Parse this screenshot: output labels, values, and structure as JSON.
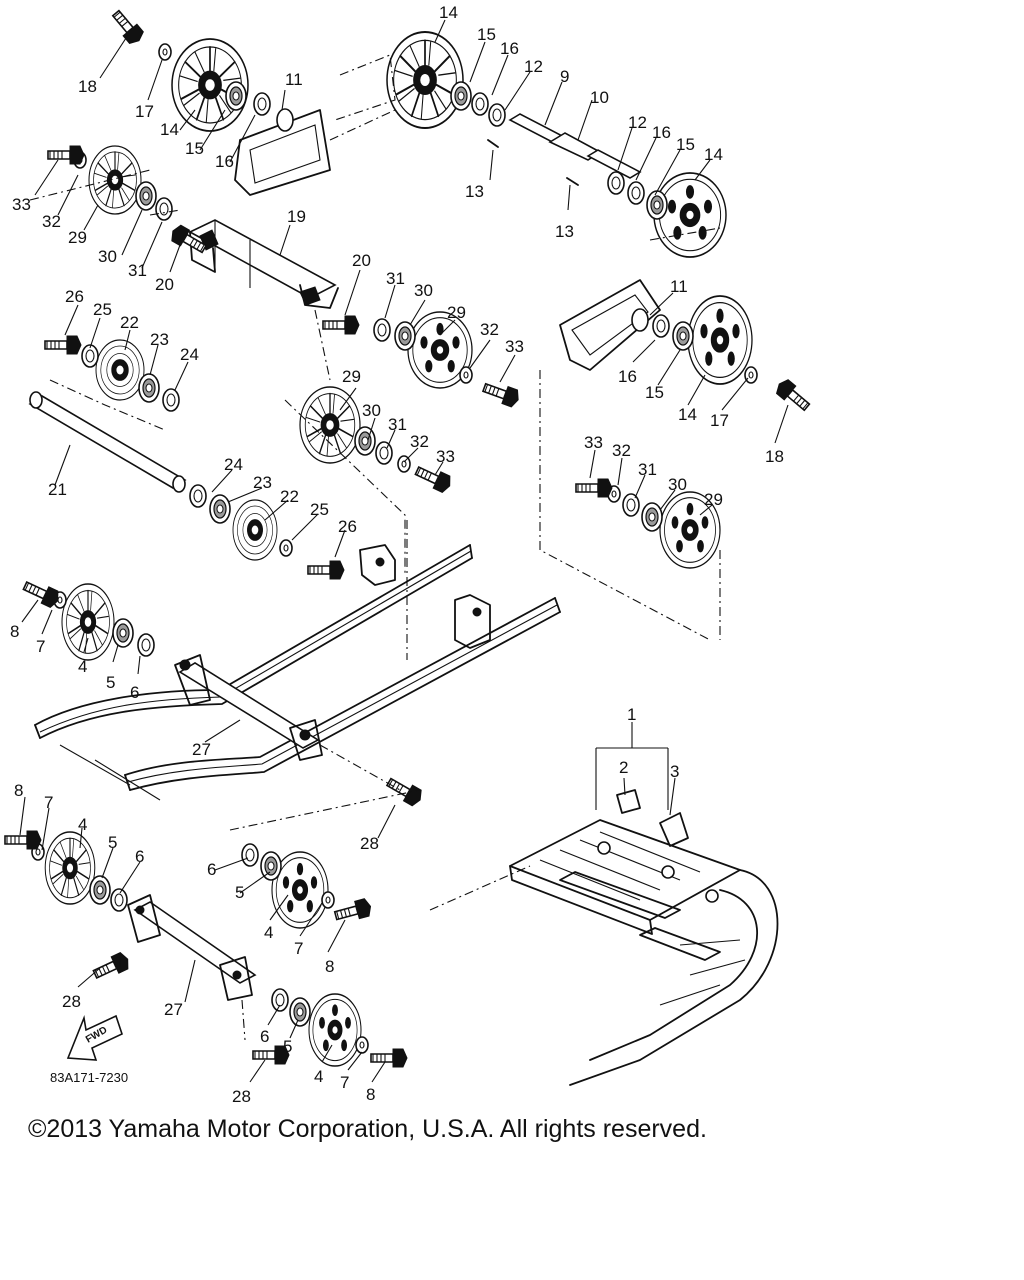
{
  "diagram": {
    "drawing_code": "83A171-7230",
    "fwd_label": "FWD",
    "callouts": [
      {
        "id": "c14a",
        "label": "14"
      },
      {
        "id": "c15a",
        "label": "15"
      },
      {
        "id": "c16a",
        "label": "16"
      },
      {
        "id": "c12a",
        "label": "12"
      },
      {
        "id": "c9",
        "label": "9"
      },
      {
        "id": "c10",
        "label": "10"
      },
      {
        "id": "c18a",
        "label": "18"
      },
      {
        "id": "c17a",
        "label": "17"
      },
      {
        "id": "c14b",
        "label": "14"
      },
      {
        "id": "c15b",
        "label": "15"
      },
      {
        "id": "c16b",
        "label": "16"
      },
      {
        "id": "c11a",
        "label": "11"
      },
      {
        "id": "c13a",
        "label": "13"
      },
      {
        "id": "c13b",
        "label": "13"
      },
      {
        "id": "c12b",
        "label": "12"
      },
      {
        "id": "c16c",
        "label": "16"
      },
      {
        "id": "c15c",
        "label": "15"
      },
      {
        "id": "c14c",
        "label": "14"
      },
      {
        "id": "c33a",
        "label": "33"
      },
      {
        "id": "c32a",
        "label": "32"
      },
      {
        "id": "c29a",
        "label": "29"
      },
      {
        "id": "c30a",
        "label": "30"
      },
      {
        "id": "c31a",
        "label": "31"
      },
      {
        "id": "c20a",
        "label": "20"
      },
      {
        "id": "c19",
        "label": "19"
      },
      {
        "id": "c20b",
        "label": "20"
      },
      {
        "id": "c31b",
        "label": "31"
      },
      {
        "id": "c30b",
        "label": "30"
      },
      {
        "id": "c29b",
        "label": "29"
      },
      {
        "id": "c32b",
        "label": "32"
      },
      {
        "id": "c33b",
        "label": "33"
      },
      {
        "id": "c26a",
        "label": "26"
      },
      {
        "id": "c25a",
        "label": "25"
      },
      {
        "id": "c22a",
        "label": "22"
      },
      {
        "id": "c23a",
        "label": "23"
      },
      {
        "id": "c24a",
        "label": "24"
      },
      {
        "id": "c11b",
        "label": "11"
      },
      {
        "id": "c16d",
        "label": "16"
      },
      {
        "id": "c15d",
        "label": "15"
      },
      {
        "id": "c14d",
        "label": "14"
      },
      {
        "id": "c17b",
        "label": "17"
      },
      {
        "id": "c18b",
        "label": "18"
      },
      {
        "id": "c29c",
        "label": "29"
      },
      {
        "id": "c30c",
        "label": "30"
      },
      {
        "id": "c31c",
        "label": "31"
      },
      {
        "id": "c32c",
        "label": "32"
      },
      {
        "id": "c33c",
        "label": "33"
      },
      {
        "id": "c21",
        "label": "21"
      },
      {
        "id": "c24b",
        "label": "24"
      },
      {
        "id": "c23b",
        "label": "23"
      },
      {
        "id": "c22b",
        "label": "22"
      },
      {
        "id": "c25b",
        "label": "25"
      },
      {
        "id": "c26b",
        "label": "26"
      },
      {
        "id": "c33d",
        "label": "33"
      },
      {
        "id": "c32d",
        "label": "32"
      },
      {
        "id": "c31d",
        "label": "31"
      },
      {
        "id": "c30d",
        "label": "30"
      },
      {
        "id": "c29d",
        "label": "29"
      },
      {
        "id": "c8a",
        "label": "8"
      },
      {
        "id": "c7a",
        "label": "7"
      },
      {
        "id": "c4a",
        "label": "4"
      },
      {
        "id": "c5a",
        "label": "5"
      },
      {
        "id": "c6a",
        "label": "6"
      },
      {
        "id": "c27a",
        "label": "27"
      },
      {
        "id": "c1",
        "label": "1"
      },
      {
        "id": "c2",
        "label": "2"
      },
      {
        "id": "c3",
        "label": "3"
      },
      {
        "id": "c28a",
        "label": "28"
      },
      {
        "id": "c8b",
        "label": "8"
      },
      {
        "id": "c7b",
        "label": "7"
      },
      {
        "id": "c4b",
        "label": "4"
      },
      {
        "id": "c5b",
        "label": "5"
      },
      {
        "id": "c6b",
        "label": "6"
      },
      {
        "id": "c6c",
        "label": "6"
      },
      {
        "id": "c5c",
        "label": "5"
      },
      {
        "id": "c4c",
        "label": "4"
      },
      {
        "id": "c7c",
        "label": "7"
      },
      {
        "id": "c8c",
        "label": "8"
      },
      {
        "id": "c28b",
        "label": "28"
      },
      {
        "id": "c27b",
        "label": "27"
      },
      {
        "id": "c6d",
        "label": "6"
      },
      {
        "id": "c5d",
        "label": "5"
      },
      {
        "id": "c28c",
        "label": "28"
      },
      {
        "id": "c4d",
        "label": "4"
      },
      {
        "id": "c7d",
        "label": "7"
      },
      {
        "id": "c8d",
        "label": "8"
      }
    ]
  },
  "footer": {
    "copyright": "©2013 Yamaha Motor Corporation, U.S.A. All rights reserved."
  }
}
